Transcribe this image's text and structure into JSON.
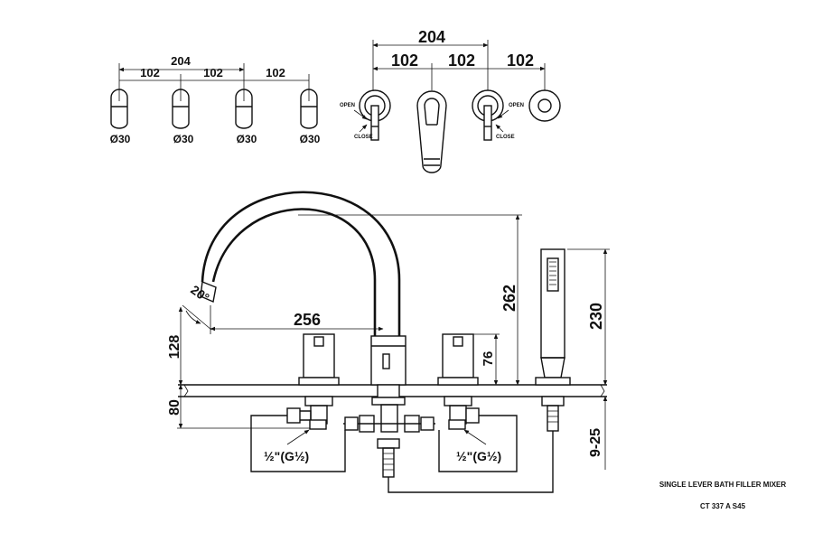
{
  "top_left": {
    "overall": "204",
    "segments": [
      "102",
      "102",
      "102"
    ],
    "diameters": [
      "Ø30",
      "Ø30",
      "Ø30",
      "Ø30"
    ]
  },
  "top_right": {
    "overall": "204",
    "segments": [
      "102",
      "102",
      "102"
    ],
    "open_label": "OPEN",
    "close_label": "CLOSE"
  },
  "elevation": {
    "height_262": "262",
    "height_230": "230",
    "reach_256": "256",
    "spout_height_128": "128",
    "deck_80": "80",
    "handle_76": "76",
    "deck_range": "9-25",
    "angle": "20°",
    "thread_left": "½\"(G½)",
    "thread_right": "½\"(G½)"
  },
  "caption": {
    "title": "SINGLE LEVER BATH FILLER MIXER",
    "code": "CT 337 A S45"
  }
}
